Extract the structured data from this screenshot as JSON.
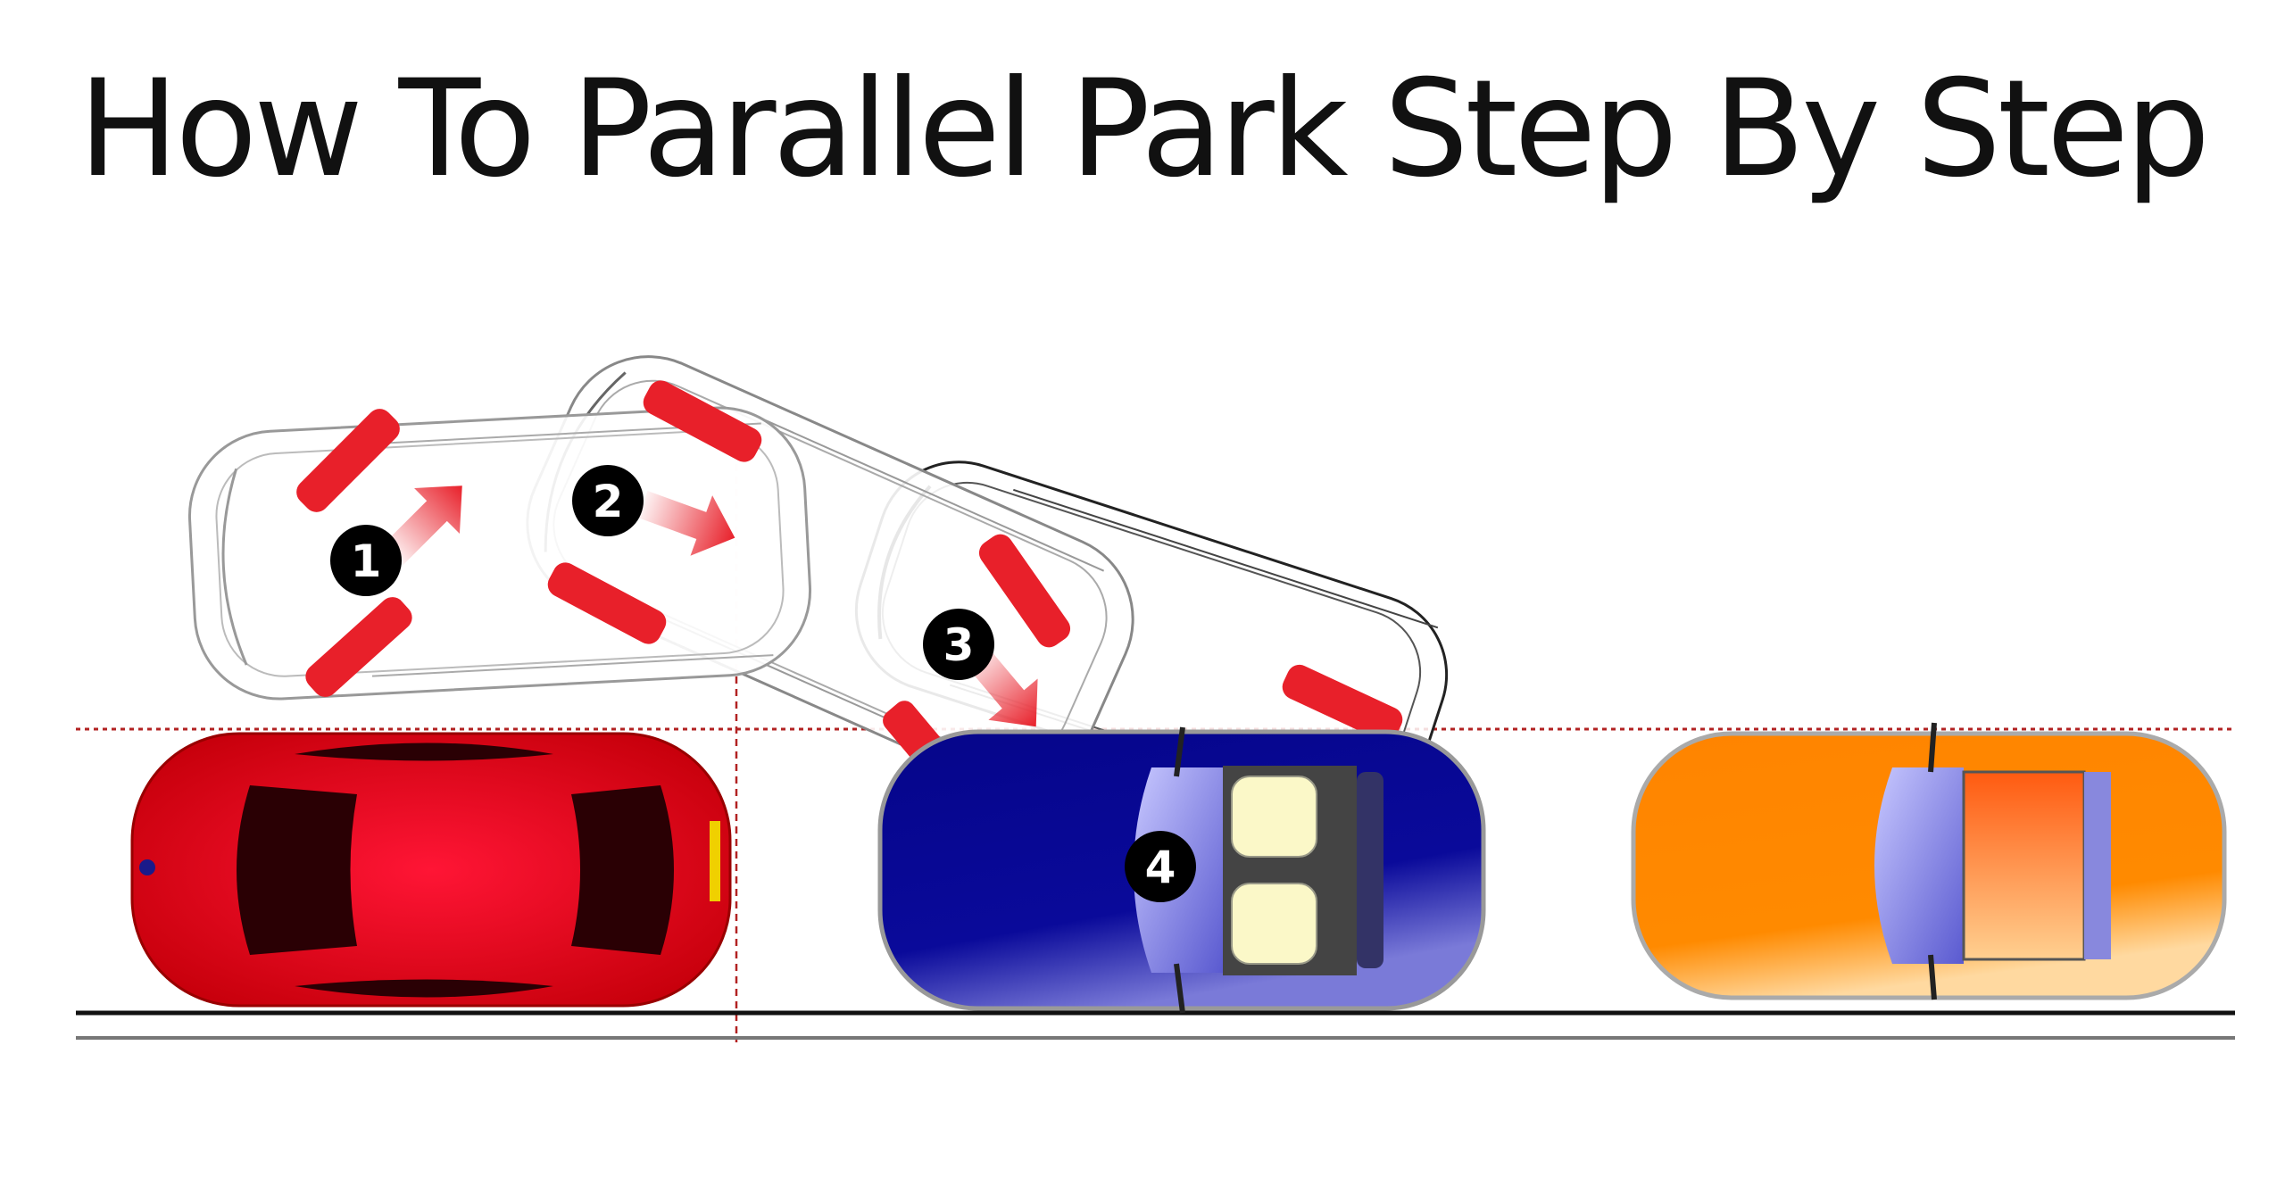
{
  "title": "How To Parallel Park Step By Step",
  "steps": [
    {
      "label": "1",
      "description_icon": "arrow-forward-left"
    },
    {
      "label": "2",
      "description_icon": "arrow-right"
    },
    {
      "label": "3",
      "description_icon": "arrow-down-right"
    },
    {
      "label": "4",
      "description_icon": "parked"
    }
  ],
  "colors": {
    "guide_line": "#b22222",
    "wheel_pad": "#e8202a",
    "front_car": "#e0101c",
    "target_car": "#0a0a8c",
    "rear_car": "#ff8a00",
    "curb": "#111111",
    "ghost_outline": "#8a8a8a"
  }
}
